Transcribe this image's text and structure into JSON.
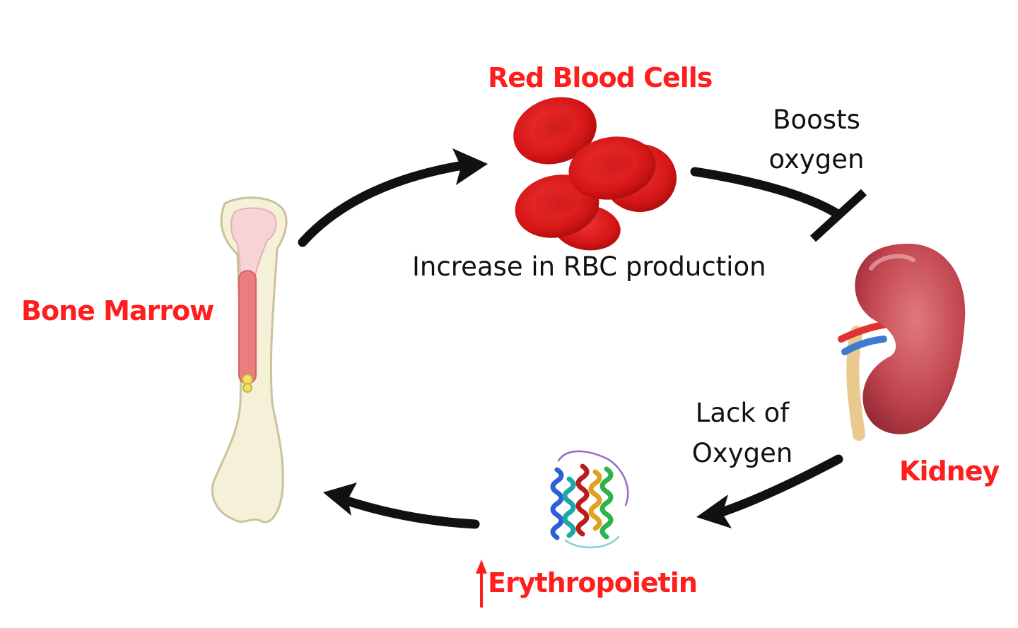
{
  "labels": {
    "red_blood_cells": "Red Blood Cells",
    "bone_marrow": "Bone Marrow",
    "kidney": "Kidney",
    "erythropoietin": "Erythropoietin",
    "boosts_oxygen": [
      "Boosts",
      "oxygen"
    ],
    "lack_of_oxygen": [
      "Lack of",
      "Oxygen"
    ],
    "increase_rbc": "Increase in RBC production"
  },
  "colors": {
    "label_red": "#ff1e1e",
    "arrow": "#111111",
    "rbc": "#d81818",
    "kidney": "#c24650",
    "bone": "#f4f1d8",
    "marrow": "#ea7d80"
  },
  "icons": [
    "bone-icon",
    "red-blood-cells-icon",
    "kidney-icon",
    "erythropoietin-protein-icon",
    "up-arrow-icon"
  ]
}
